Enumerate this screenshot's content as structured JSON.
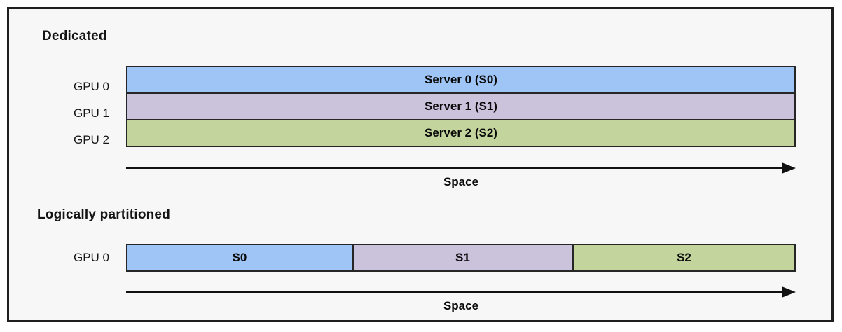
{
  "colors": {
    "s0": "#9ec5f6",
    "s1": "#cbc2dc",
    "s2": "#c3d59d",
    "bar_border": "#262626",
    "frame_bg": "#f7f7f8",
    "frame_border": "#1f1f1f",
    "arrow": "#111111"
  },
  "sections": [
    {
      "id": "dedicated",
      "title": "Dedicated",
      "axis_label": "Space",
      "rows": [
        {
          "gpu_label": "GPU 0",
          "segments": [
            {
              "label": "Server 0 (S0)",
              "server": "S0",
              "share_pct": 100
            }
          ]
        },
        {
          "gpu_label": "GPU 1",
          "segments": [
            {
              "label": "Server 1 (S1)",
              "server": "S1",
              "share_pct": 100
            }
          ]
        },
        {
          "gpu_label": "GPU 2",
          "segments": [
            {
              "label": "Server 2 (S2)",
              "server": "S2",
              "share_pct": 100
            }
          ]
        }
      ]
    },
    {
      "id": "logically-partitioned",
      "title": "Logically partitioned",
      "axis_label": "Space",
      "rows": [
        {
          "gpu_label": "GPU 0",
          "segments": [
            {
              "label": "S0",
              "server": "S0",
              "share_pct": 33.6
            },
            {
              "label": "S1",
              "server": "S1",
              "share_pct": 33.0
            },
            {
              "label": "S2",
              "server": "S2",
              "share_pct": 33.4
            }
          ]
        }
      ]
    }
  ]
}
